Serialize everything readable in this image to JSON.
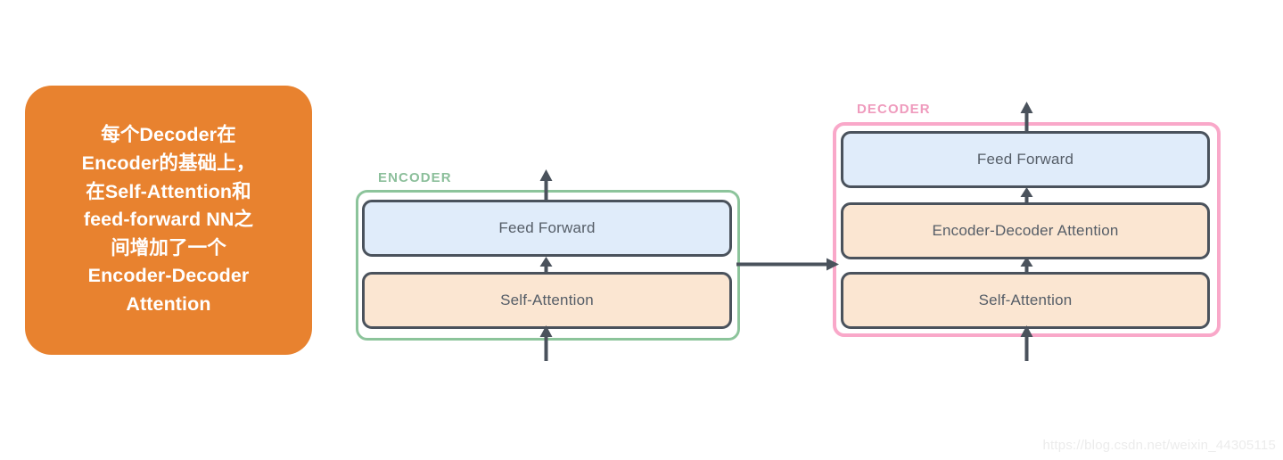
{
  "note": {
    "text": "每个Decoder在\nEncoder的基础上，\n在Self-Attention和\nfeed-forward NN之\n间增加了一个\nEncoder-Decoder\nAttention",
    "background_color": "#e8822f",
    "text_color": "#ffffff"
  },
  "encoder": {
    "label": "ENCODER",
    "label_color": "#8cbf9b",
    "border_color": "#8cc49b",
    "blocks": [
      {
        "label": "Feed Forward",
        "fill_color": "#e0ecfa",
        "border_color": "#4a525c"
      },
      {
        "label": "Self-Attention",
        "fill_color": "#fbe6d2",
        "border_color": "#4a525c"
      }
    ]
  },
  "decoder": {
    "label": "DECODER",
    "label_color": "#ef9bbd",
    "border_color": "#f9a8c9",
    "blocks": [
      {
        "label": "Feed Forward",
        "fill_color": "#e0ecfa",
        "border_color": "#4a525c"
      },
      {
        "label": "Encoder-Decoder Attention",
        "fill_color": "#fbe6d2",
        "border_color": "#4a525c"
      },
      {
        "label": "Self-Attention",
        "fill_color": "#fbe6d2",
        "border_color": "#4a525c"
      }
    ]
  },
  "arrows": {
    "color": "#4a525c",
    "items": [
      {
        "name": "encoder-input-arrow",
        "direction": "up"
      },
      {
        "name": "encoder-internal-arrow",
        "direction": "up"
      },
      {
        "name": "encoder-output-arrow",
        "direction": "up"
      },
      {
        "name": "encoder-to-decoder-arrow",
        "direction": "right"
      },
      {
        "name": "decoder-input-arrow",
        "direction": "up"
      },
      {
        "name": "decoder-lower-internal-arrow",
        "direction": "up"
      },
      {
        "name": "decoder-upper-internal-arrow",
        "direction": "up"
      },
      {
        "name": "decoder-output-arrow",
        "direction": "up"
      }
    ]
  },
  "watermark": {
    "text": "https://blog.csdn.net/weixin_44305115",
    "color": "#ececec"
  }
}
